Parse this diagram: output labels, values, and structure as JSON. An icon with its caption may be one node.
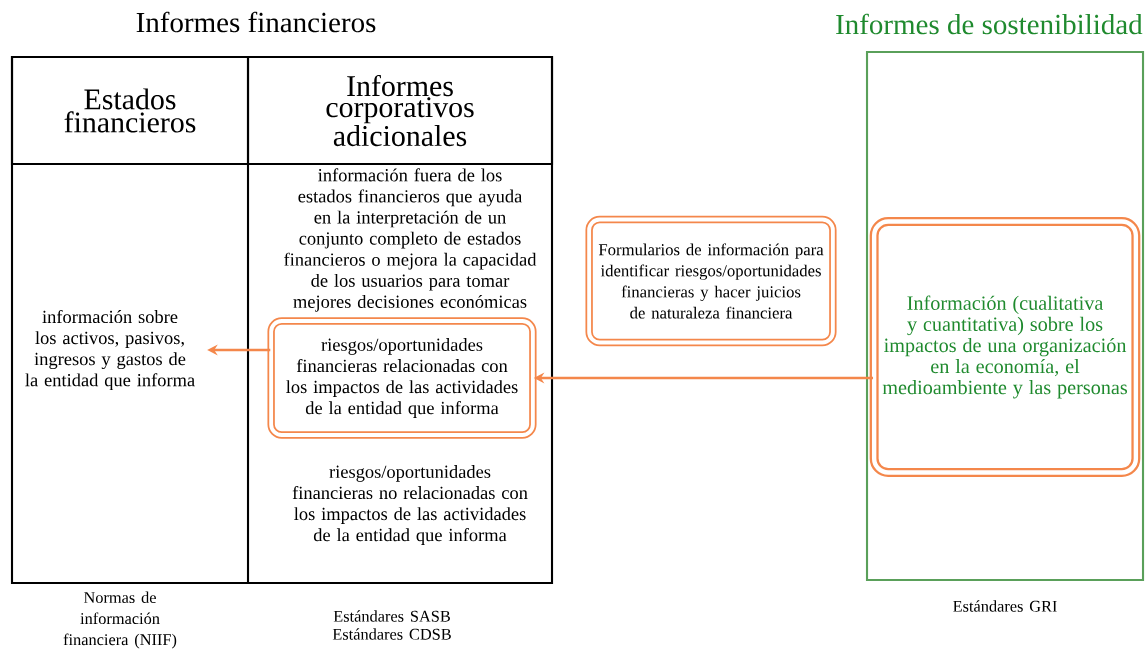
{
  "diagram": {
    "nodes": [
      {
        "text": [
          "Informes financieros"
        ]
      },
      {
        "text": [
          "Estados financieros"
        ],
        "in": 0
      },
      {
        "text": [
          "Informes corporativos adicionales"
        ],
        "in": 0
      },
      {
        "text": [
          "información sobre los activos, pasivos, ingresos y gastos de la entidad que informa"
        ],
        "in": 0
      },
      {
        "text": [
          "riesgos/oportunidades financieras relacionadas con los impactos de las actividades de la entidad que informa"
        ],
        "in": 0
      },
      {
        "text": [
          "Formularios de información para identificar riesgos/oportunidades financieras y hacer juicios de naturaleza financiera"
        ]
      },
      {
        "text": [
          "Informes de sostenibilidad"
        ]
      },
      {
        "text": [
          "Información (cualitativa y cuantitativa) sobre los impactos de una organización en la economía, el medioambiente y las personas"
        ],
        "in": 6
      }
    ],
    "edges": [
      {
        "from": 7,
        "to": 4,
        "arrow": "to"
      },
      {
        "from": 4,
        "to": 3,
        "arrow": "to"
      }
    ],
    "labels": [
      "información fuera de los estados financieros que ayuda en la interpretación de un conjunto completo de estados financieros o mejora la capacidad de los usuarios para tomar mejores decisiones económicas",
      "riesgos/oportunidades financieras no relacionadas con los impactos de las actividades de la entidad que informa",
      "Normas de información financiera (NIIF)",
      "Estándares SASB",
      "Estándares CDSB",
      "Estándares GRI"
    ]
  }
}
